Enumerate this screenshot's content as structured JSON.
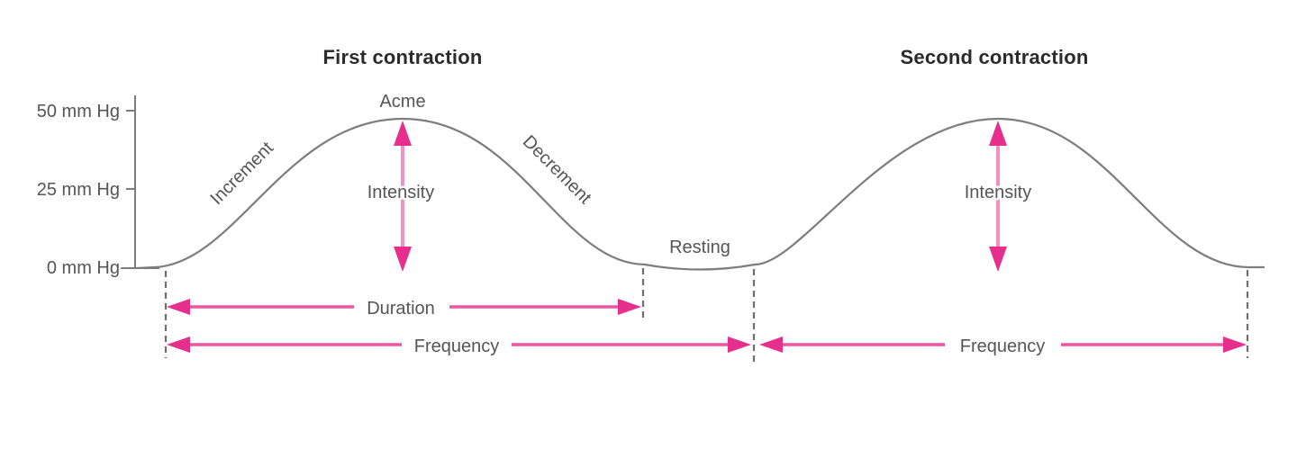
{
  "figure": {
    "titles": {
      "first": "First contraction",
      "second": "Second contraction"
    },
    "y_axis": {
      "labels": [
        "50 mm Hg",
        "25 mm Hg",
        "0 mm Hg"
      ]
    },
    "labels": {
      "acme": "Acme",
      "increment": "Increment",
      "decrement": "Decrement",
      "intensity_first": "Intensity",
      "intensity_second": "Intensity",
      "resting": "Resting",
      "duration": "Duration",
      "frequency_first": "Frequency",
      "frequency_second": "Frequency"
    },
    "colors": {
      "curve": "#7d7d7d",
      "dashed": "#6e6e6e",
      "arrow_head": "#e62e8c",
      "arrow_line": "#ee549f",
      "intensity_line": "#f490c6",
      "label_text": "#555555",
      "title_text": "#2b2b2b"
    }
  }
}
